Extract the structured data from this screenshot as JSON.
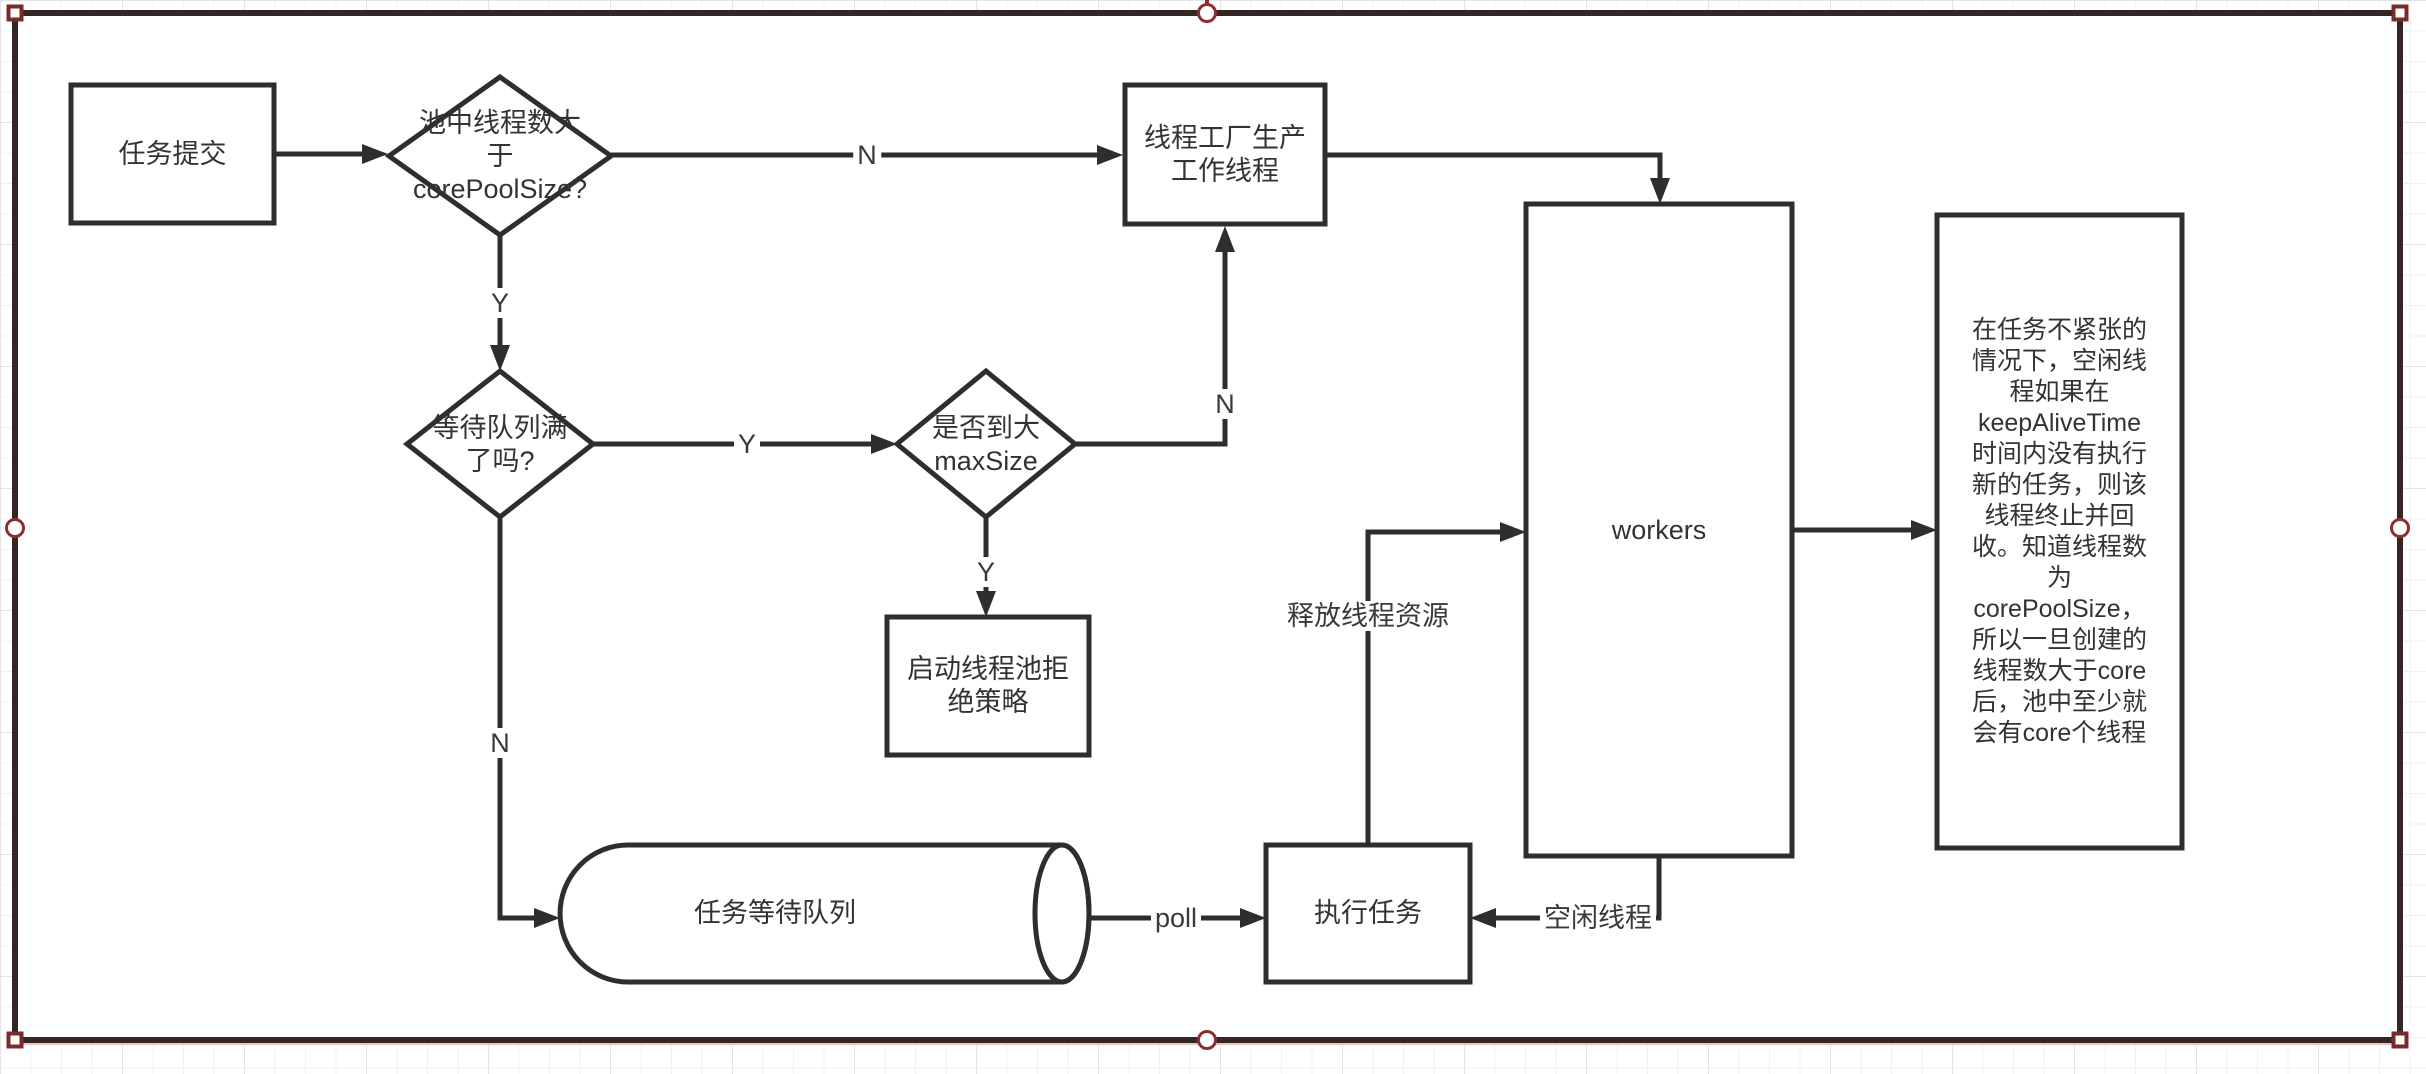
{
  "canvas": {
    "shape_stroke_color": "#2e2e2e",
    "selection_border_color": "#352525",
    "handle_color": "#7c2929",
    "grid_color": "#f1f1f1"
  },
  "nodes": {
    "task_submit": {
      "label": "任务提交"
    },
    "core_check": {
      "label": "池中线程数大\n于\ncorePoolSize?"
    },
    "factory": {
      "label": "线程工厂生产\n工作线程"
    },
    "queue_full": {
      "label": "等待队列满\n了吗?"
    },
    "max_check": {
      "label": "是否到大\nmaxSize"
    },
    "reject": {
      "label": "启动线程池拒\n绝策略"
    },
    "wait_queue": {
      "label": "任务等待队列"
    },
    "execute": {
      "label": "执行任务"
    },
    "workers": {
      "label": "workers"
    },
    "note": {
      "text": "在任务不紧张的\n情况下，空闲线\n程如果在\nkeepAliveTime\n时间内没有执行\n新的任务，则该\n线程终止并回\n收。知道线程数\n为\ncorePoolSize，\n所以一旦创建的\n线程数大于core\n后，池中至少就\n会有core个线程"
    }
  },
  "edges": {
    "core_no": "N",
    "core_yes": "Y",
    "queue_yes": "Y",
    "max_no": "N",
    "max_yes": "Y",
    "queue_no": "N",
    "poll": "poll",
    "release": "释放线程资源",
    "idle": "空闲线程"
  }
}
